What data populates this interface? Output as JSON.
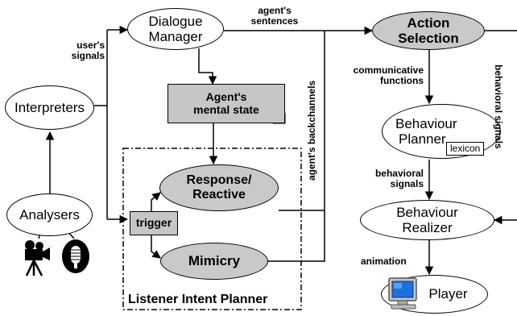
{
  "nodes": {
    "dialogue_manager": [
      "Dialogue",
      "Manager"
    ],
    "agents_mental_state": [
      "Agent's",
      "mental state"
    ],
    "interpreters": "Interpreters",
    "analysers": "Analysers",
    "response_reactive": [
      "Response/",
      "Reactive"
    ],
    "mimicry": "Mimicry",
    "trigger": "trigger",
    "action_selection": [
      "Action",
      "Selection"
    ],
    "behaviour_planner": [
      "Behaviour",
      "Planner"
    ],
    "lexicon": "lexicon",
    "behaviour_realizer": [
      "Behaviour",
      "Realizer"
    ],
    "player": "Player"
  },
  "labels": {
    "users_signals": [
      "user's",
      "signals"
    ],
    "agents_sentences": [
      "agent's",
      "sentences"
    ],
    "agents_backchannels": "agent's backchannels",
    "communicative_functions": [
      "communicative",
      "functions"
    ],
    "behavioral_signals_left": [
      "behavioral",
      "signals"
    ],
    "behavioral_signals_right": "behavioral signals",
    "animation": "animation",
    "listener_intent_planner": "Listener Intent Planner"
  },
  "icons": [
    "camera-icon",
    "microphone-icon",
    "monitor-icon"
  ],
  "colors": {
    "node_gray": "#c9c9c9",
    "box_gray": "#c6c6c6",
    "line": "#000000"
  }
}
